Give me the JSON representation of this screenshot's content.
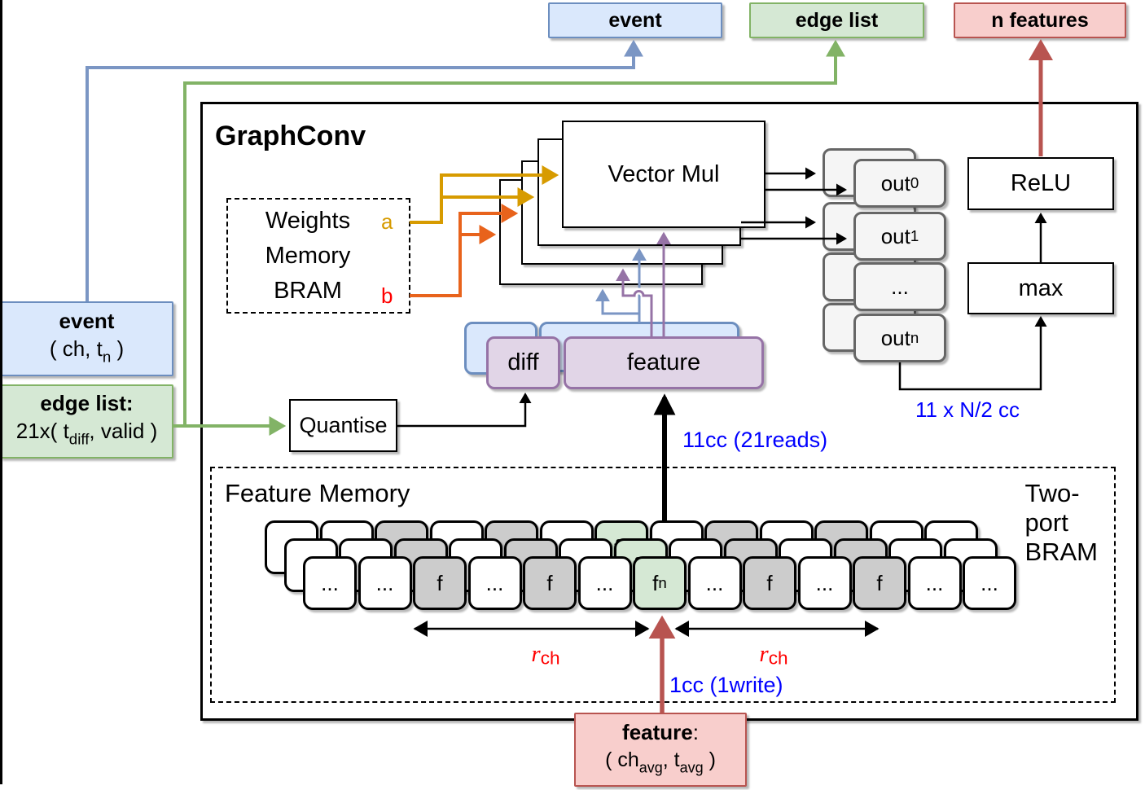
{
  "figure": {
    "top_outputs": {
      "event": "event",
      "edge_list": "edge list",
      "n_features": "n features"
    },
    "left_inputs": {
      "event": {
        "title": "event",
        "pre": "( ch, t",
        "sub": "n",
        "post": " )"
      },
      "edge_list": {
        "title": "edge list:",
        "pre": "21x( t",
        "sub": "diff",
        "post": ", valid )"
      }
    },
    "bottom_input": {
      "title": "feature",
      "colon": ":",
      "pre": "( ch",
      "sub1": "avg",
      "mid": ", t",
      "sub2": "avg",
      "post": " )"
    },
    "graphconv": {
      "title": "GraphConv",
      "weights_memory": {
        "line1": "Weights",
        "line2": "Memory",
        "line3": "BRAM",
        "port_a": "a",
        "port_b": "b"
      },
      "vector_mul": "Vector Mul",
      "quantise": "Quantise",
      "diff": "diff",
      "feature": "feature",
      "relu": "ReLU",
      "max": "max",
      "outputs": [
        {
          "base": "out",
          "sub": "0"
        },
        {
          "base": "out",
          "sub": "1"
        },
        {
          "base": "...",
          "sub": ""
        },
        {
          "base": "out",
          "sub": "n"
        }
      ]
    },
    "feature_memory": {
      "title": "Feature Memory",
      "subtitle": "Two-port BRAM",
      "rows": 3,
      "cells": [
        {
          "base": "...",
          "sub": "",
          "fill": "white"
        },
        {
          "base": "...",
          "sub": "",
          "fill": "white"
        },
        {
          "base": "f",
          "sub": "",
          "fill": "gray"
        },
        {
          "base": "...",
          "sub": "",
          "fill": "white"
        },
        {
          "base": "f",
          "sub": "",
          "fill": "gray"
        },
        {
          "base": "...",
          "sub": "",
          "fill": "white"
        },
        {
          "base": "f",
          "sub": "n",
          "fill": "green"
        },
        {
          "base": "...",
          "sub": "",
          "fill": "white"
        },
        {
          "base": "f",
          "sub": "",
          "fill": "gray"
        },
        {
          "base": "...",
          "sub": "",
          "fill": "white"
        },
        {
          "base": "f",
          "sub": "",
          "fill": "gray"
        },
        {
          "base": "...",
          "sub": "",
          "fill": "white"
        },
        {
          "base": "...",
          "sub": "",
          "fill": "white"
        }
      ],
      "range_left": {
        "base": "r",
        "sub": "ch"
      },
      "range_right": {
        "base": "r",
        "sub": "ch"
      }
    },
    "annotations": {
      "reads": "11cc (21reads)",
      "write": "1cc (1write)",
      "macs": "11 x N/2 cc"
    },
    "colors": {
      "blue_fill": "#dae8fc",
      "blue_stroke": "#6c8ebf",
      "green_fill": "#d5e8d4",
      "green_stroke": "#82b366",
      "red_fill": "#f8cecc",
      "red_stroke": "#b85450",
      "purple_fill": "#e1d5e7",
      "purple_stroke": "#9673a6",
      "gray_fill": "#cccccc",
      "out_fill": "#f5f5f5",
      "out_stroke": "#666666",
      "wire_blue": "#7b96c4",
      "wire_yellow": "#d79b00",
      "wire_orange": "#e8631c",
      "annotation_blue": "#0000ff",
      "annotation_red": "#ff0000"
    }
  }
}
